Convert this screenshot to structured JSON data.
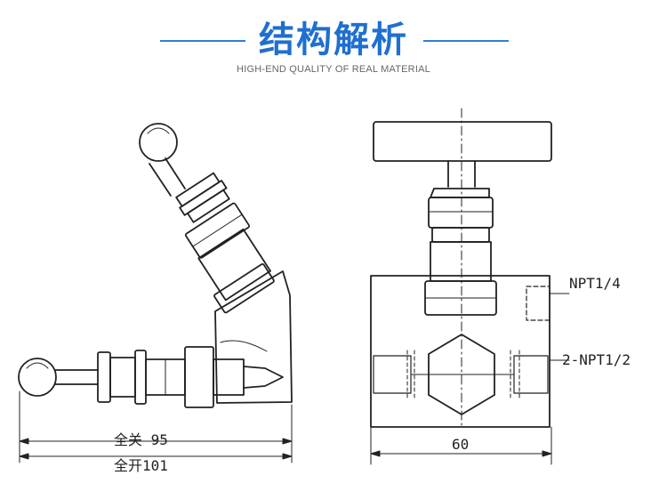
{
  "header": {
    "title": "结构解析",
    "subtitle": "HIGH-END QUALITY OF REAL MATERIAL"
  },
  "diagram": {
    "left_view": {
      "dim_closed": "全关 95",
      "dim_open": "全开101"
    },
    "right_view": {
      "port_top": "NPT1/4",
      "port_side": "2-NPT1/2",
      "width": "60"
    }
  },
  "colors": {
    "accent": "#1f6fd0",
    "line": "#2f7fd4",
    "ink": "#222222"
  }
}
